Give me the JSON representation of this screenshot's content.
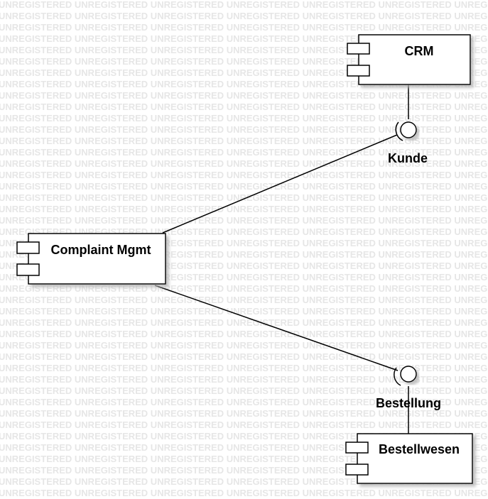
{
  "watermark": {
    "text": "UNREGISTERED"
  },
  "components": {
    "crm": {
      "name": "CRM"
    },
    "complaint": {
      "name": "Complaint Mgmt"
    },
    "bestellwesen": {
      "name": "Bestellwesen"
    }
  },
  "interfaces": {
    "kunde": {
      "name": "Kunde"
    },
    "bestellung": {
      "name": "Bestellung"
    }
  },
  "colors": {
    "line": "#000000",
    "box_fill": "#ffffff",
    "shadow": "#c8c8c8",
    "watermark": "#e6e6e6"
  }
}
